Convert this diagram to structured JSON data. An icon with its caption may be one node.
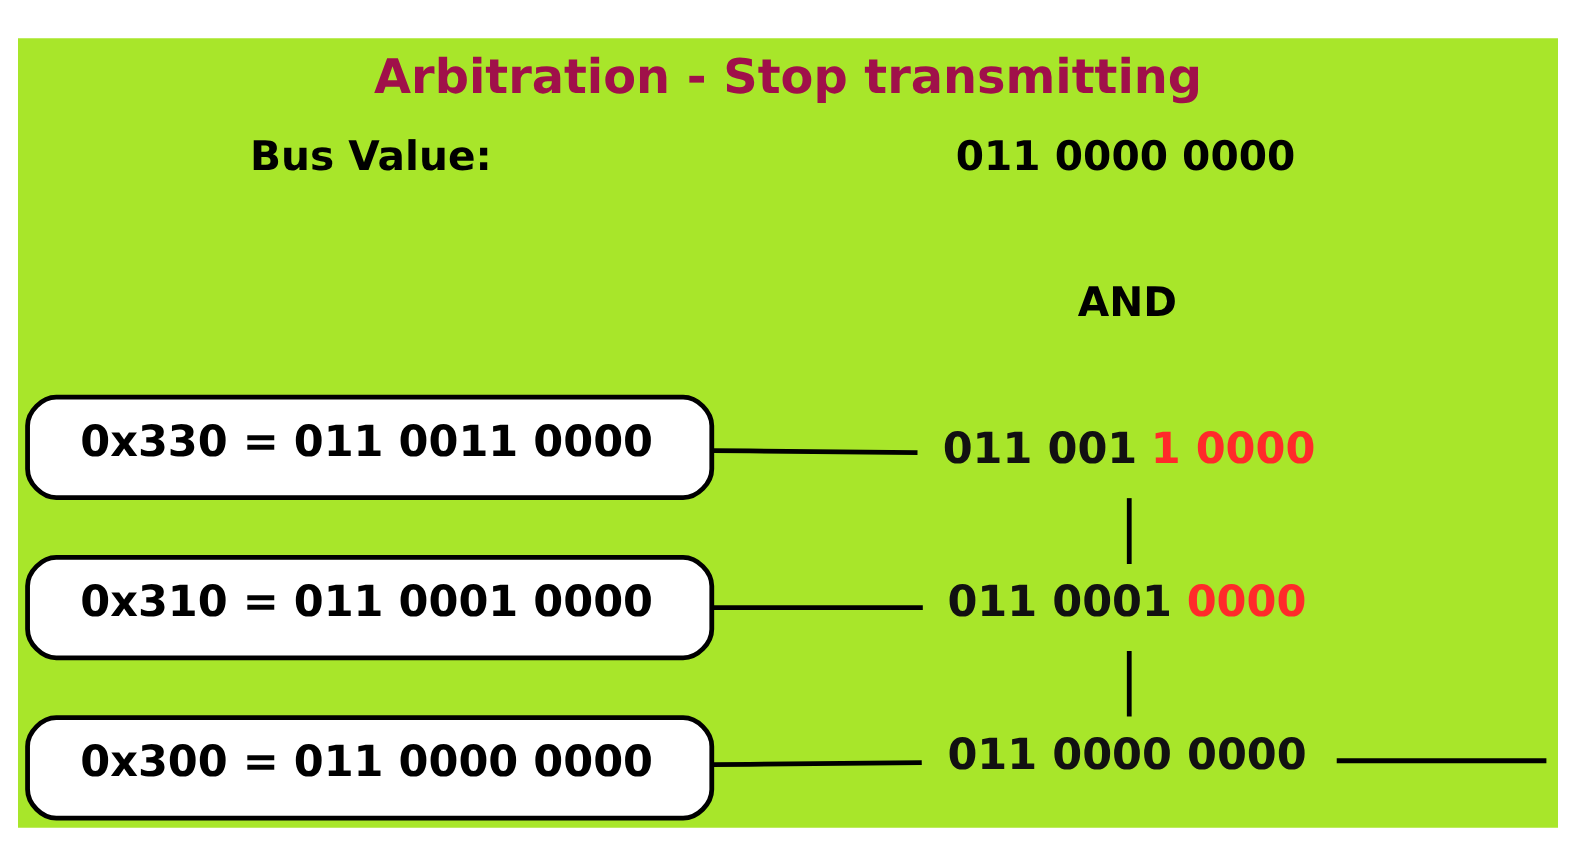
{
  "diagram": {
    "title": "Arbitration - Stop transmitting",
    "nodes": [
      {
        "text": [
          "0x330 = 011 0011 0000"
        ]
      },
      {
        "text": [
          "0x310 = 011 0001 0000"
        ]
      },
      {
        "text": [
          "0x300 = 011 0000 0000"
        ]
      },
      {
        "text": [
          "011 001",
          "1 0000"
        ]
      },
      {
        "text": [
          "011 0001",
          "0000"
        ]
      },
      {
        "text": [
          "011 0000 0000"
        ]
      }
    ],
    "edges": [
      {
        "from": 0,
        "to": 3,
        "arrow": "none"
      },
      {
        "from": 1,
        "to": 4,
        "arrow": "none"
      },
      {
        "from": 2,
        "to": 5,
        "arrow": "none"
      },
      {
        "from": 3,
        "to": 4,
        "arrow": "none"
      },
      {
        "from": 4,
        "to": 5,
        "arrow": "none"
      },
      {
        "from": 5,
        "to": null,
        "arrow": "none"
      }
    ],
    "labels": [
      "AND",
      "Bus Value:",
      "011 0000 0000"
    ]
  }
}
